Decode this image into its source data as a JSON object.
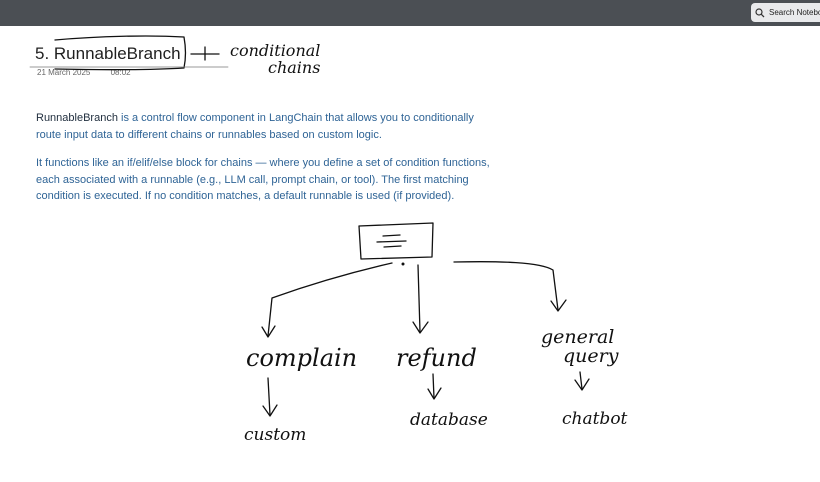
{
  "search": {
    "placeholder": "Search Notebo",
    "icon": "search-icon"
  },
  "note": {
    "title": "5. RunnableBranch",
    "date": "21 March 2025",
    "time": "08:02",
    "paragraph1": {
      "term": "RunnableBranch",
      "line1": " is a control flow component in LangChain that allows you to conditionally",
      "line2": "route input data to different chains or runnables based on custom logic."
    },
    "paragraph2": {
      "line1": "It functions like an if/elif/else block for chains — where you define a set of condition functions,",
      "line2": "each associated with a runnable (e.g., LLM call, prompt chain, or tool). The first matching",
      "line3": "condition is executed. If no condition matches, a default runnable is used (if provided)."
    }
  },
  "ink": {
    "arrow_note": "conditional chains",
    "branches": [
      {
        "label": "complain",
        "result": "custom"
      },
      {
        "label": "refund",
        "result": "database"
      },
      {
        "label": "general query",
        "result": "chatbot"
      }
    ]
  }
}
